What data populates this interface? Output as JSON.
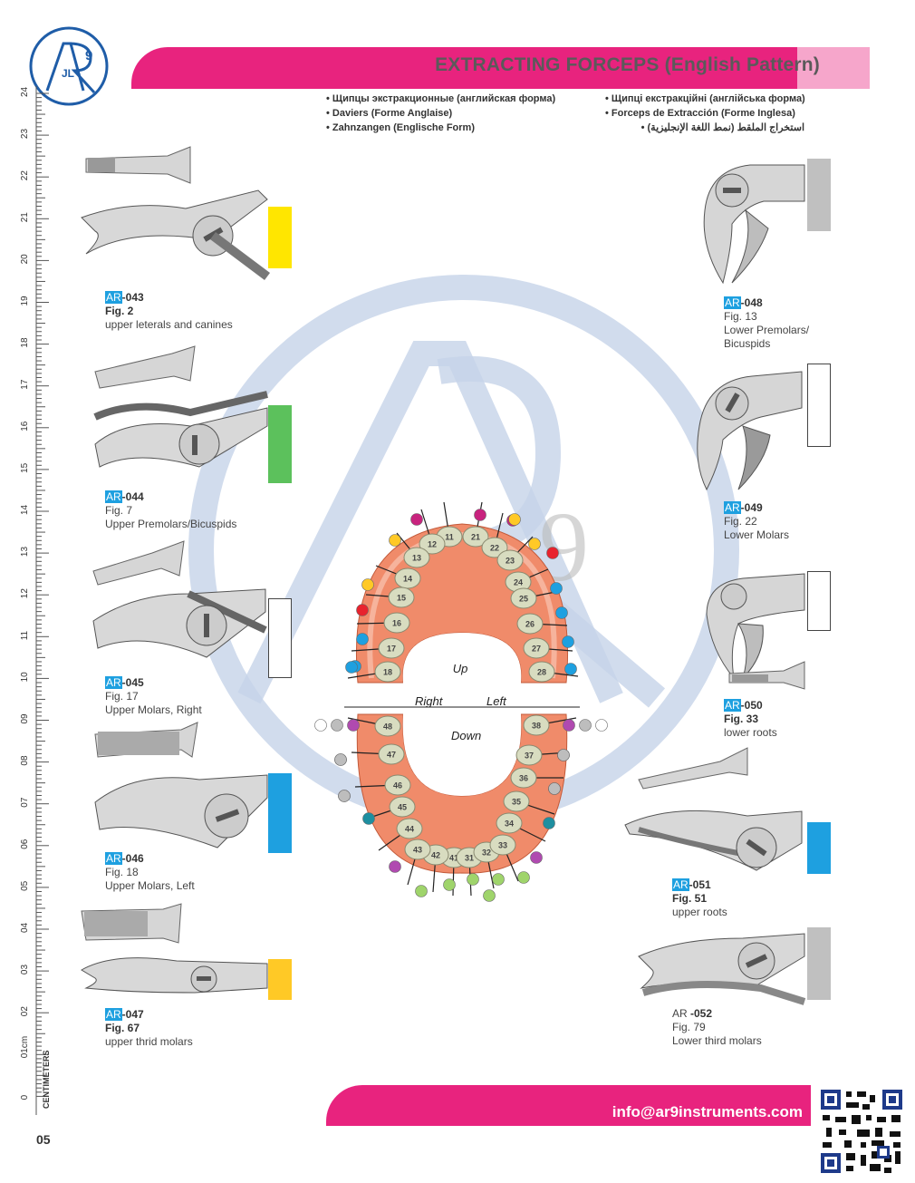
{
  "header": {
    "title": "EXTRACTING FORCEPS (English Pattern)",
    "subtitles_left": [
      "Щипцы экстракционные (английская форма)",
      "Daviers (Forme Anglaise)",
      "Zahnzangen (Englische Form)"
    ],
    "subtitles_right": [
      "Щипці екстракційні (англійська форма)",
      "Forceps de Extracción (Forme Inglesa)",
      "استخراج الملقط (نمط اللغة الإنجليزية)"
    ]
  },
  "logo": {
    "letters_main": "AR",
    "letters_small": "JL",
    "digit": "9"
  },
  "ruler": {
    "labels": [
      "24",
      "23",
      "22",
      "21",
      "20",
      "19",
      "18",
      "17",
      "16",
      "15",
      "14",
      "13",
      "12",
      "11",
      "10",
      "09",
      "08",
      "07",
      "06",
      "05",
      "04",
      "03",
      "02",
      "01cm",
      "0"
    ],
    "unit": "CENTIMETERS"
  },
  "products": [
    {
      "prefix": "AR",
      "code": "-043",
      "fig": "Fig. 2",
      "desc": "upper leterals and canines",
      "color": "#ffe600"
    },
    {
      "prefix": "AR",
      "code": "-044",
      "fig": "Fig. 7",
      "desc": "Upper Premolars/Bicuspids",
      "color": "#5cc15c"
    },
    {
      "prefix": "AR",
      "code": "-045",
      "fig": "Fig. 17",
      "desc": "Upper Molars, Right",
      "color": "#ffffff"
    },
    {
      "prefix": "AR",
      "code": "-046",
      "fig": "Fig. 18",
      "desc": "Upper Molars, Left",
      "color": "#1ea0e0"
    },
    {
      "prefix": "AR",
      "code": "-047",
      "fig": "Fig. 67",
      "desc": "upper thrid molars",
      "color": "#ffc926"
    },
    {
      "prefix": "AR",
      "code": "-048",
      "fig": "Fig. 13",
      "desc": "Lower Premolars/",
      "desc2": "Bicuspids",
      "color": "#c0c0c0"
    },
    {
      "prefix": "AR",
      "code": "-049",
      "fig": "Fig. 22",
      "desc": "Lower Molars",
      "color": "#ffffff"
    },
    {
      "prefix": "AR",
      "code": "-050",
      "fig": "Fig. 33",
      "desc": "lower roots",
      "color": "#ffffff"
    },
    {
      "prefix": "AR",
      "code": "-051",
      "fig": "Fig. 51",
      "desc": "upper roots",
      "color": "#1ea0e0"
    },
    {
      "prefix": "AR ",
      "code": "-052",
      "fig": "Fig. 79",
      "desc": "Lower third molars",
      "color": "#c0c0c0"
    }
  ],
  "tooth_chart": {
    "label_up": "Up",
    "label_down": "Down",
    "label_right": "Right",
    "label_left": "Left",
    "upper_left": [
      "11",
      "12",
      "13",
      "14",
      "15",
      "16",
      "17",
      "18"
    ],
    "upper_right": [
      "21",
      "22",
      "23",
      "24",
      "25",
      "26",
      "27",
      "28"
    ],
    "lower_right": [
      "41",
      "42",
      "43",
      "44",
      "45",
      "46",
      "47",
      "48"
    ],
    "lower_left": [
      "31",
      "32",
      "33",
      "34",
      "35",
      "36",
      "37",
      "38"
    ]
  },
  "colors": {
    "magenta": "#e8237e",
    "pink": "#f6a6cb",
    "gum": "#f08b6a",
    "tooth": "#d8dcc0",
    "accent_blue": "#1ea0e0"
  },
  "footer": {
    "email": "info@ar9instruments.com",
    "page": "05"
  }
}
